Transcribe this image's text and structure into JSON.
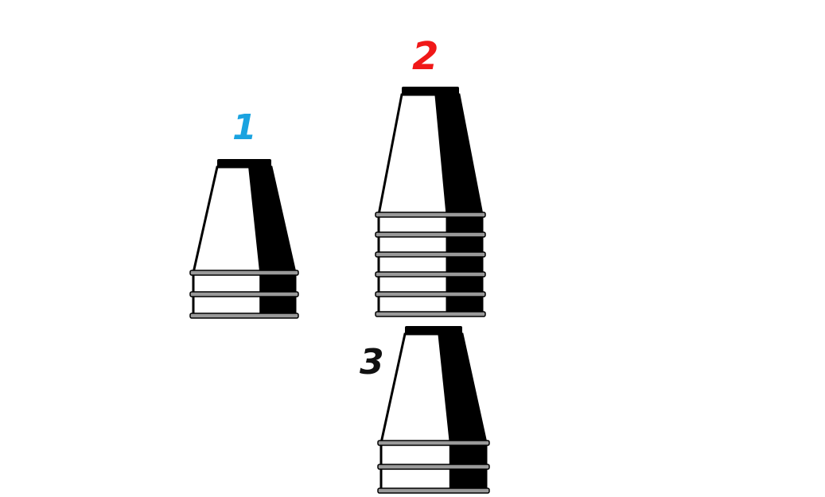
{
  "stacks": [
    {
      "id": 1,
      "label": "1",
      "label_color": "#1aa3e0",
      "cup_count": 3
    },
    {
      "id": 2,
      "label": "2",
      "label_color": "#f01818",
      "cup_count": 6
    },
    {
      "id": 3,
      "label": "3",
      "label_color": "#111111",
      "cup_count": 3
    }
  ],
  "colors": {
    "cup_dark": "#000000",
    "cup_light": "#ffffff",
    "rim": "#999999",
    "background": "#ffffff"
  }
}
